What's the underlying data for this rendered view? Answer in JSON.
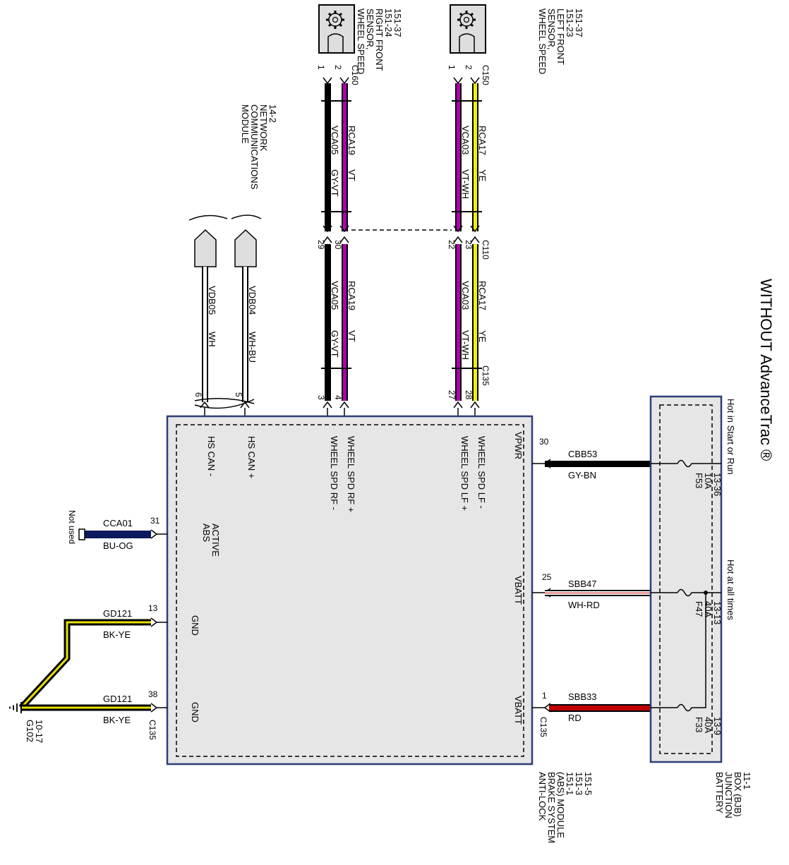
{
  "title": "WITHOUT AdvanceTrac ®",
  "colors": {
    "module_fill": "#e6e6e6",
    "module_border": "#2f3d7a",
    "violet": "#b000b0",
    "yellow": "#f2f200",
    "red": "#c00000",
    "navy": "#0a1a5c",
    "black": "#000000"
  },
  "sensor_rf": {
    "label_lines": [
      "WHEEL SPEED",
      "SENSOR,",
      "RIGHT FRONT",
      "151-24",
      "151-37"
    ],
    "connector": "C160",
    "pin1": "1",
    "pin2": "2",
    "icon": "gear-icon"
  },
  "sensor_lf": {
    "label_lines": [
      "WHEEL SPEED",
      "SENSOR,",
      "LEFT FRONT",
      "151-23",
      "151-37"
    ],
    "connector": "C150",
    "pin1": "1",
    "pin2": "2",
    "icon": "gear-icon"
  },
  "mcn_ref": {
    "label_lines": [
      "MODULE",
      "COMMUNICATIONS",
      "NETWORK",
      "14-2"
    ]
  },
  "wires": {
    "rf_upper_a": {
      "circuit": "VCA05",
      "color": "GY-VT"
    },
    "rf_upper_b": {
      "circuit": "RCA19",
      "color": "VT"
    },
    "lf_upper_a": {
      "circuit": "VCA03",
      "color": "VT-WH"
    },
    "lf_upper_b": {
      "circuit": "RCA17",
      "color": "YE"
    },
    "rf_lower_a": {
      "circuit": "VCA05",
      "color": "GY-VT"
    },
    "rf_lower_b": {
      "circuit": "RCA19",
      "color": "VT"
    },
    "lf_lower_a": {
      "circuit": "VCA03",
      "color": "VT-WH"
    },
    "lf_lower_b": {
      "circuit": "RCA17",
      "color": "YE"
    },
    "can_low": {
      "circuit": "VDB05",
      "color": "WH"
    },
    "can_high": {
      "circuit": "VDB04",
      "color": "WH-BU"
    },
    "vpwr": {
      "circuit": "CBB53",
      "color": "GY-BN"
    },
    "vbatt1": {
      "circuit": "SBB47",
      "color": "WH-RD"
    },
    "vbatt2": {
      "circuit": "SBB33",
      "color": "RD"
    },
    "abs_active": {
      "circuit": "CCA01",
      "color": "BU-OG"
    },
    "gnd1": {
      "circuit": "GD121",
      "color": "BK-YE"
    },
    "gnd2": {
      "circuit": "GD121",
      "color": "BK-YE"
    }
  },
  "c110": {
    "name": "C110",
    "pins": [
      "29",
      "30",
      "22",
      "23"
    ]
  },
  "c135": {
    "name": "C135",
    "pins": [
      "3",
      "4",
      "27",
      "28"
    ]
  },
  "can_pins": [
    "6",
    "5"
  ],
  "module_pins": {
    "hs_can_low": "HS CAN -",
    "hs_can_high": "HS CAN +",
    "rf_high": "WHEEL SPD RF +",
    "rf_low": "WHEEL SPD RF -",
    "lf_low": "WHEEL SPD LF -",
    "lf_high": "WHEEL SPD LF +",
    "vpwr": "VPWR",
    "vbatt1": "VBATT",
    "vbatt2": "VBATT",
    "abs_active_lines": [
      "ABS",
      "ACTIVE"
    ],
    "gnd1": "GND",
    "gnd2": "GND"
  },
  "pin_numbers": {
    "vpwr": "30",
    "vbatt1": "25",
    "vbatt2": "1",
    "abs_active": "31",
    "gnd1": "13",
    "gnd2": "38"
  },
  "connector_labels": {
    "right_c135": "C135",
    "left_c135": "C135"
  },
  "module_label_lines": [
    "ANTI-LOCK",
    "BRAKE SYSTEM",
    "(ABS) MODULE",
    "151-1",
    "151-3",
    "151-5"
  ],
  "bjb": {
    "label_lines": [
      "BATTERY",
      "JUNCTION",
      "BOX (BJB)",
      "11-1"
    ],
    "hot_start_run": "Hot in Start or Run",
    "hot_all_times": "Hot at all times",
    "fuse_f53": [
      "F53",
      "10A",
      "13-36"
    ],
    "fuse_f47": [
      "F47",
      "40A",
      "13-13"
    ],
    "fuse_f33": [
      "F33",
      "40A",
      "13-9"
    ]
  },
  "not_used": "Not used",
  "ground": {
    "lines": [
      "G102",
      "10-17"
    ]
  }
}
